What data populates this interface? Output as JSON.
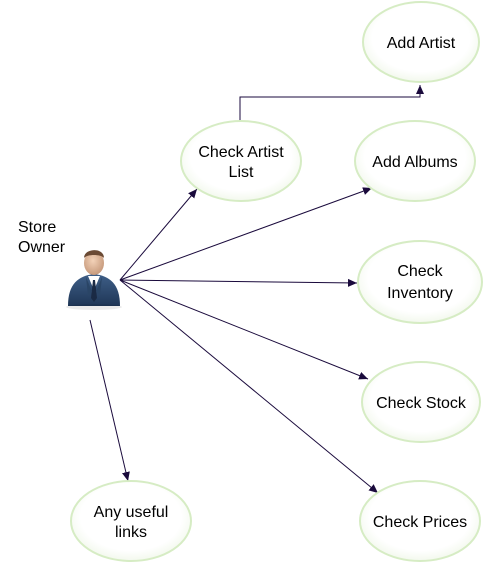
{
  "actor": {
    "name_line1": "Store",
    "name_line2": "Owner",
    "icon": "businessman-icon"
  },
  "use_cases": {
    "add_artist": [
      "Add Artist"
    ],
    "check_artist_list": [
      "Check Artist",
      "List"
    ],
    "add_albums": [
      "Add Albums"
    ],
    "check_inventory": [
      "Check",
      "Inventory"
    ],
    "check_stock": [
      "Check Stock"
    ],
    "check_prices": [
      "Check Prices"
    ],
    "useful_links": [
      "Any useful",
      "links"
    ]
  },
  "colors": {
    "ellipse_stroke": "#d6ecc4",
    "ellipse_fill_inner": "#ffffff",
    "ellipse_fill_outer": "#f3f8ee",
    "edge": "#1a0a3c",
    "suit": "#2e4a6e"
  }
}
